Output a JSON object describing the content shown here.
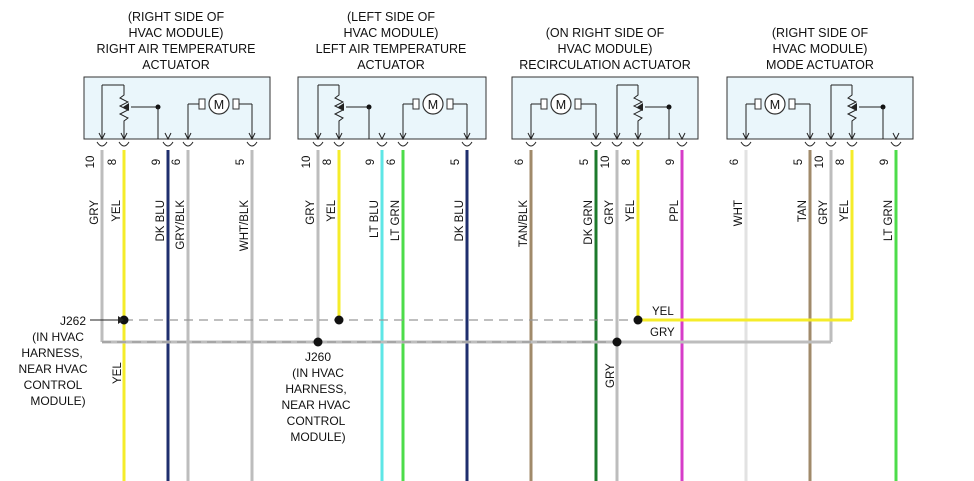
{
  "colors": {
    "gry": "#bdbdbd",
    "yel": "#f5ec2a",
    "dk_blu": "#1f2f6e",
    "lt_blu": "#5ee6e6",
    "lt_grn": "#4ddc4a",
    "dk_grn": "#1d7a2c",
    "tan": "#a08a6a",
    "ppl": "#d63cc8",
    "wht": "#e2e2e2",
    "box_fill": "#eaf6fb"
  },
  "actuators": [
    {
      "name_lines": [
        "(RIGHT SIDE OF",
        "HVAC MODULE)",
        "RIGHT AIR TEMPERATURE",
        "ACTUATOR"
      ],
      "pins": [
        "10",
        "8",
        "9",
        "6",
        "5"
      ],
      "wires": [
        "GRY",
        "YEL",
        "DK BLU",
        "GRY/BLK",
        "WHT/BLK"
      ]
    },
    {
      "name_lines": [
        "(LEFT SIDE OF",
        "HVAC MODULE)",
        "LEFT AIR TEMPERATURE",
        "ACTUATOR"
      ],
      "pins": [
        "10",
        "8",
        "9",
        "6",
        "5"
      ],
      "wires": [
        "GRY",
        "YEL",
        "LT BLU",
        "LT GRN",
        "DK BLU"
      ]
    },
    {
      "name_lines": [
        "(ON RIGHT SIDE OF",
        "HVAC MODULE)",
        "RECIRCULATION ACTUATOR"
      ],
      "pins": [
        "6",
        "5",
        "10",
        "8",
        "9"
      ],
      "wires": [
        "TAN/BLK",
        "DK GRN",
        "GRY",
        "YEL",
        "PPL"
      ]
    },
    {
      "name_lines": [
        "(RIGHT SIDE OF",
        "HVAC MODULE)",
        "MODE ACTUATOR"
      ],
      "pins": [
        "6",
        "5",
        "10",
        "8",
        "9"
      ],
      "wires": [
        "WHT",
        "TAN",
        "GRY",
        "YEL",
        "LT GRN"
      ]
    }
  ],
  "motor_label": "M",
  "splice_j262": {
    "id": "J262",
    "desc_lines": [
      "(IN HVAC",
      "HARNESS,",
      "NEAR HVAC",
      "CONTROL",
      "MODULE)"
    ],
    "wire_below": "YEL"
  },
  "splice_j260": {
    "id": "J260",
    "desc_lines": [
      "(IN HVAC",
      "HARNESS,",
      "NEAR HVAC",
      "CONTROL",
      "MODULE)"
    ]
  },
  "bus_labels": {
    "yel": "YEL",
    "gry": "GRY"
  },
  "gry_below_label": "GRY"
}
